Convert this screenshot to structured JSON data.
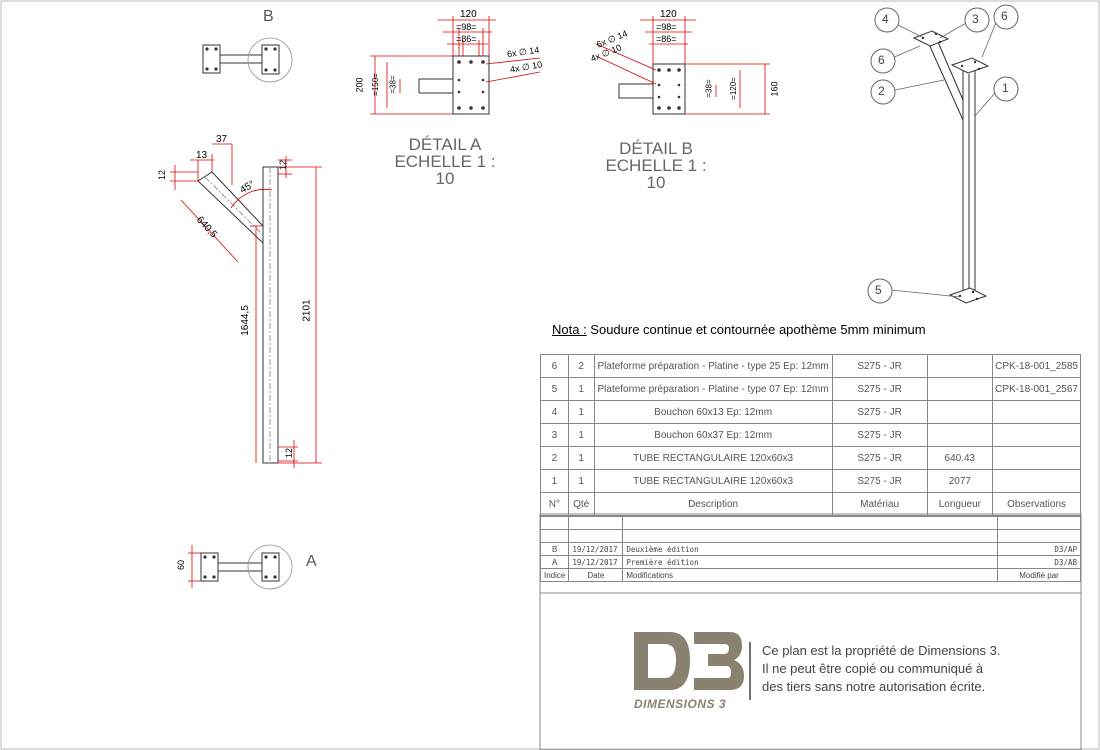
{
  "views": {
    "b_label": "B",
    "a_label": "A",
    "detail_a": {
      "title": "DÉTAIL A",
      "scale": "ECHELLE 1 : 10"
    },
    "detail_b": {
      "title": "DÉTAIL B",
      "scale": "ECHELLE 1 : 10"
    }
  },
  "dimensions": {
    "detail_a": {
      "width": "120",
      "inner1": "=98=",
      "inner2": "=86=",
      "holes_big": "6x ∅ 14",
      "holes_small": "4x ∅ 10",
      "height": "200",
      "h150": "=150=",
      "h38": "=38="
    },
    "detail_b": {
      "width": "120",
      "inner1": "=98=",
      "inner2": "=86=",
      "holes_big": "6x ∅ 14",
      "holes_small": "4x ∅ 10",
      "h38": "=38=",
      "h120": "=120=",
      "height": "160"
    },
    "main": {
      "d37": "37",
      "d13": "13",
      "d12_top": "12",
      "d12_right": "12",
      "d12_bottom": "12",
      "angle": "45°",
      "diag": "640,5",
      "len1": "1644,5",
      "len_total": "2101"
    },
    "view_a": {
      "d60": "60"
    }
  },
  "balloons": [
    "4",
    "3",
    "6",
    "6",
    "2",
    "1",
    "5"
  ],
  "nota": {
    "label": "Nota :",
    "text": " Soudure continue et contournée apothème 5mm minimum"
  },
  "bom": {
    "rows": [
      {
        "n": "6",
        "qty": "2",
        "desc": "Plateforme préparation - Platine - type 25 Ep: 12mm",
        "mat": "S275 - JR",
        "len": "",
        "obs": "CPK-18-001_2585"
      },
      {
        "n": "5",
        "qty": "1",
        "desc": "Plateforme préparation - Platine - type 07 Ep: 12mm",
        "mat": "S275 - JR",
        "len": "",
        "obs": "CPK-18-001_2567"
      },
      {
        "n": "4",
        "qty": "1",
        "desc": "Bouchon 60x13 Ep: 12mm",
        "mat": "S275 - JR",
        "len": "",
        "obs": ""
      },
      {
        "n": "3",
        "qty": "1",
        "desc": "Bouchon 60x37 Ep: 12mm",
        "mat": "S275 - JR",
        "len": "",
        "obs": ""
      },
      {
        "n": "2",
        "qty": "1",
        "desc": "TUBE RECTANGULAIRE 120x60x3",
        "mat": "S275 - JR",
        "len": "640.43",
        "obs": ""
      },
      {
        "n": "1",
        "qty": "1",
        "desc": "TUBE RECTANGULAIRE 120x60x3",
        "mat": "S275 - JR",
        "len": "2077",
        "obs": ""
      }
    ],
    "header": {
      "n": "N°",
      "qty": "Qté",
      "desc": "Description",
      "mat": "Matériau",
      "len": "Longueur",
      "obs": "Observations"
    }
  },
  "revisions": {
    "rows": [
      {
        "idx": "B",
        "date": "19/12/2017",
        "mod": "Deuxième édition",
        "by": "D3/AP"
      },
      {
        "idx": "A",
        "date": "19/12/2017",
        "mod": "Première édition",
        "by": "D3/AB"
      }
    ],
    "header": {
      "idx": "Indice",
      "date": "Date",
      "mod": "Modifications",
      "by": "Modifié par"
    }
  },
  "owner_notice": {
    "line1": "Ce plan est la propriété de Dimensions 3.",
    "line2": "Il ne peut être copié ou communiqué à",
    "line3": "des tiers sans notre autorisation écrite."
  },
  "logo": {
    "text": "DIMENSIONS 3",
    "mark": "D3",
    "color": "#8a8270"
  }
}
